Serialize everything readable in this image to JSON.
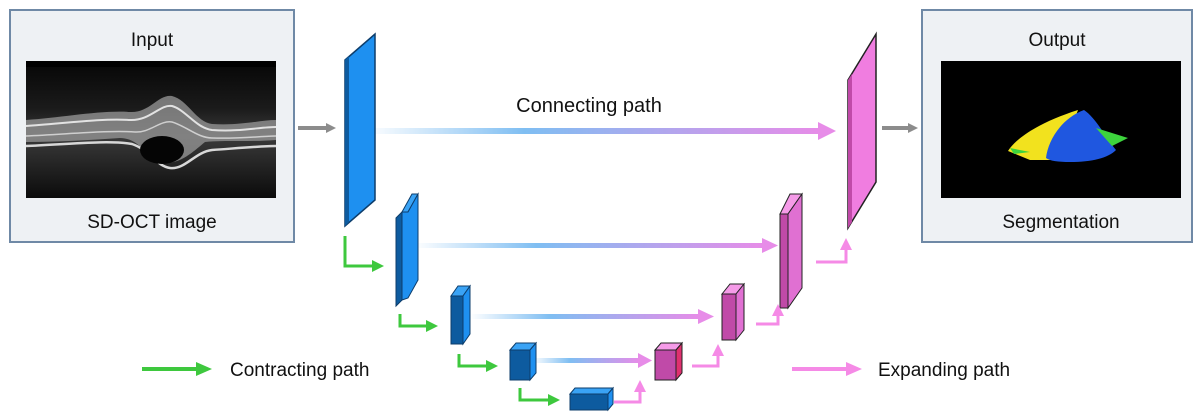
{
  "input_panel": {
    "title": "Input",
    "caption": "SD-OCT image"
  },
  "output_panel": {
    "title": "Output",
    "caption": "Segmentation"
  },
  "labels": {
    "connecting": "Connecting path",
    "contracting": "Contracting path",
    "expanding": "Expanding path"
  },
  "colors": {
    "panel_fill": "#eef1f4",
    "panel_border": "#6f89a6",
    "contract_light": "#1e90f0",
    "contract_dark": "#0d5b9f",
    "expand_light": "#f07de0",
    "expand_mid": "#c04aa8",
    "contract_arrow": "#3ec83e",
    "expand_arrow": "#f58ae6",
    "skip_start": "#ffffff",
    "skip_mid": "#7fbef2",
    "skip_end": "#e78ce8",
    "io_arrow": "#8c8c8c",
    "seg_blue": "#1f57e0",
    "seg_yellow": "#f2e21e",
    "seg_green": "#3dd43d"
  }
}
